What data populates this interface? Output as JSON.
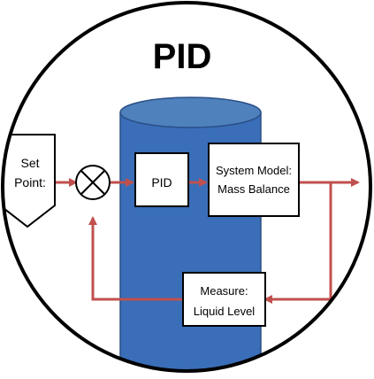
{
  "title": "PID",
  "blocks": {
    "set_point": {
      "line1": "Set",
      "line2": "Point:"
    },
    "pid": {
      "label": "PID"
    },
    "system_model": {
      "line1": "System Model:",
      "line2": "Mass Balance"
    },
    "measure": {
      "line1": "Measure:",
      "line2": "Liquid Level"
    }
  },
  "colors": {
    "signal_arrow": "#c0504d",
    "tank": "#3a6eb8",
    "tank_top": "#4f81bd",
    "tank_outline": "#2b4f86",
    "block_outline": "#000000"
  },
  "icons": {
    "summing_junction": "circle-x-icon"
  }
}
